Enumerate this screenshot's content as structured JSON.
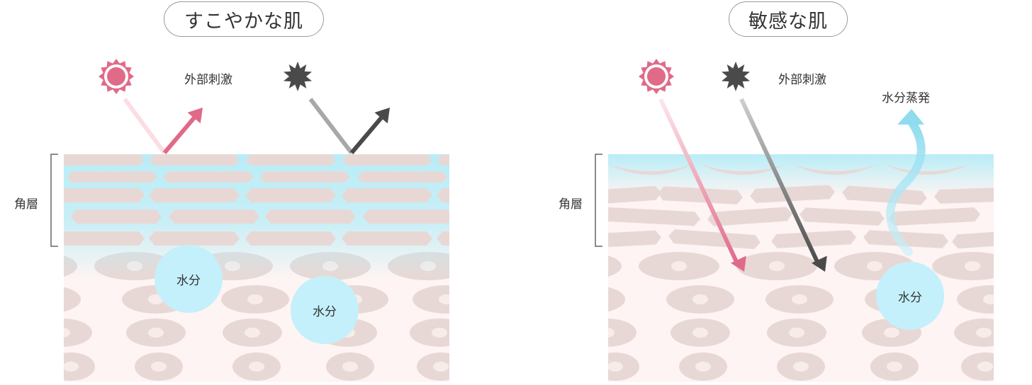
{
  "left_panel": {
    "title": "すこやかな肌",
    "stimulus_label": "外部刺激",
    "layer_label": "角層",
    "water_label_1": "水分",
    "water_label_2": "水分"
  },
  "right_panel": {
    "title": "敏感な肌",
    "stimulus_label": "外部刺激",
    "evaporation_label": "水分蒸発",
    "layer_label": "角層",
    "water_label": "水分"
  },
  "colors": {
    "sun": "#e06a88",
    "stimulus_dark": "#4a4a4a",
    "water": "#c3f0fb",
    "water_layer": "#b8edf7",
    "skin_cell": "#e8d8d5",
    "skin_background": "#fdf4f3",
    "bracket": "#666666"
  },
  "icons": [
    "sun-icon",
    "stimulus-burst-icon",
    "reflect-arrow-icon",
    "penetrate-arrow-icon",
    "evaporation-arrow-icon"
  ]
}
